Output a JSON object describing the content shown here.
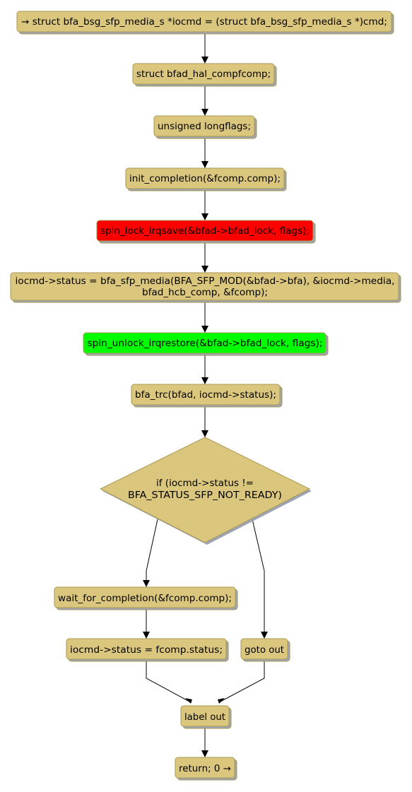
{
  "colors": {
    "node_fill": "#dbc67e",
    "lock_fill": "#ff0000",
    "unlock_fill": "#00ff00"
  },
  "nodes": {
    "start": "→ struct bfa_bsg_sfp_media_s *iocmd = (struct bfa_bsg_sfp_media_s *)cmd;",
    "fcomp_decl": "struct bfad_hal_compfcomp;",
    "flags_decl": "unsigned longflags;",
    "init_completion": "init_completion(&fcomp.comp);",
    "spin_lock": "spin_lock_irqsave(&bfad->bfad_lock, flags);",
    "sfp_media_line1": "iocmd->status = bfa_sfp_media(BFA_SFP_MOD(&bfad->bfa), &iocmd->media,",
    "sfp_media_line2": "bfad_hcb_comp, &fcomp);",
    "spin_unlock": "spin_unlock_irqrestore(&bfad->bfad_lock, flags);",
    "bfa_trc": "bfa_trc(bfad, iocmd->status);",
    "decision_line1": "if (iocmd->status !=",
    "decision_line2": "BFA_STATUS_SFP_NOT_READY)",
    "wait_completion": "wait_for_completion(&fcomp.comp);",
    "status_assign": "iocmd->status = fcomp.status;",
    "goto_out": "goto out",
    "label_out": "label out",
    "return": "return; 0 →"
  }
}
